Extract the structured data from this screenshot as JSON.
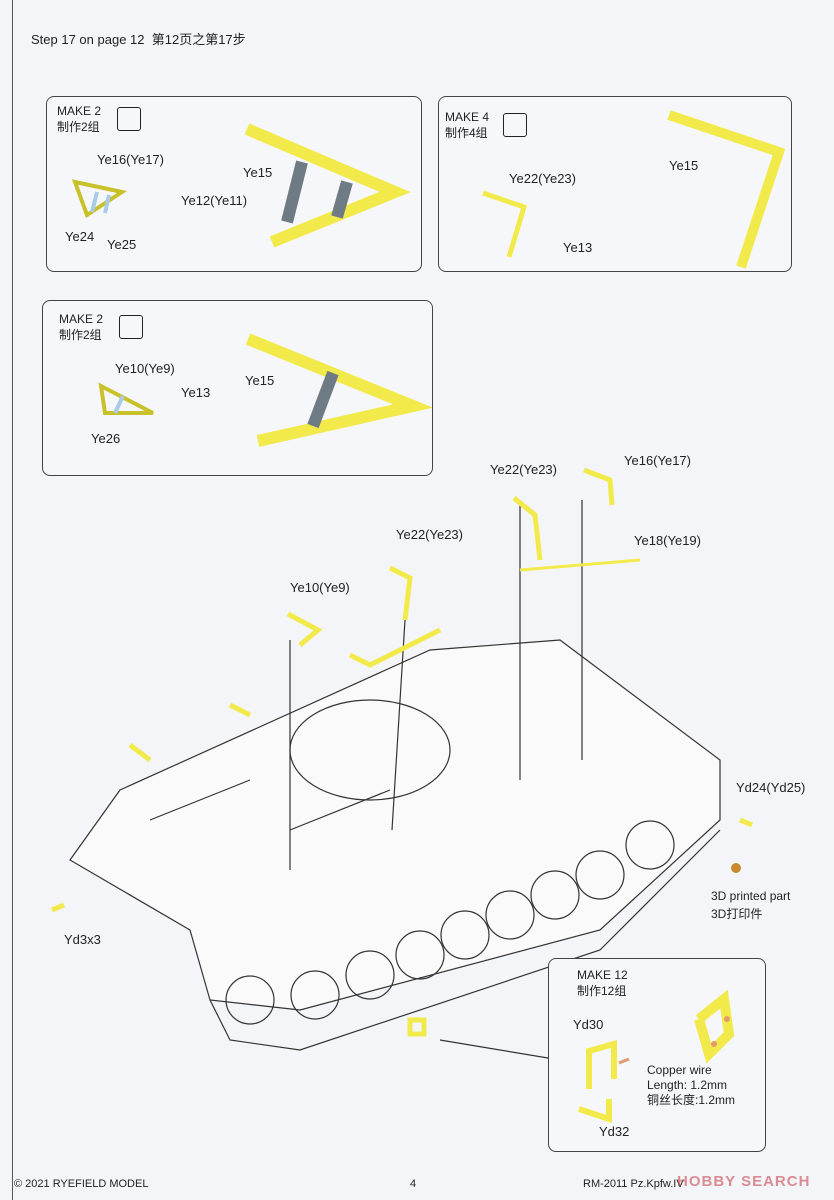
{
  "header": {
    "step_text": "Step 17 on page 12",
    "step_text_cn": "第12页之第17步"
  },
  "boxes": [
    {
      "make": "MAKE 2",
      "make_cn": "制作2组",
      "labels": [
        "Ye16(Ye17)",
        "Ye12(Ye11)",
        "Ye24",
        "Ye25",
        "Ye15"
      ]
    },
    {
      "make": "MAKE 4",
      "make_cn": "制作4组",
      "labels": [
        "Ye22(Ye23)",
        "Ye13",
        "Ye15"
      ]
    },
    {
      "make": "MAKE 2",
      "make_cn": "制作2组",
      "labels": [
        "Ye10(Ye9)",
        "Ye13",
        "Ye26",
        "Ye15"
      ]
    },
    {
      "make": "MAKE 12",
      "make_cn": "制作12组",
      "labels": [
        "Yd30",
        "Yd32"
      ],
      "note": [
        "Copper wire",
        "Length: 1.2mm",
        "铜丝长度:1.2mm"
      ]
    }
  ],
  "main_labels": {
    "ye22_a": "Ye22(Ye23)",
    "ye16": "Ye16(Ye17)",
    "ye18": "Ye18(Ye19)",
    "ye22_b": "Ye22(Ye23)",
    "ye10": "Ye10(Ye9)",
    "yd24": "Yd24(Yd25)",
    "printed": "3D printed part",
    "printed_cn": "3D打印件",
    "yd3": "Yd3x3"
  },
  "footer": {
    "copyright": "© 2021 RYEFIELD MODEL",
    "page": "4",
    "product": "RM-2011 Pz.Kpfw.IV",
    "watermark": "HOBBY SEARCH"
  },
  "colors": {
    "part": "#f2ea4a",
    "part_stroke": "#8a8418",
    "accent_blue": "#a9cbe6",
    "grey": "#6f7b84",
    "copper": "#e39a6e"
  }
}
